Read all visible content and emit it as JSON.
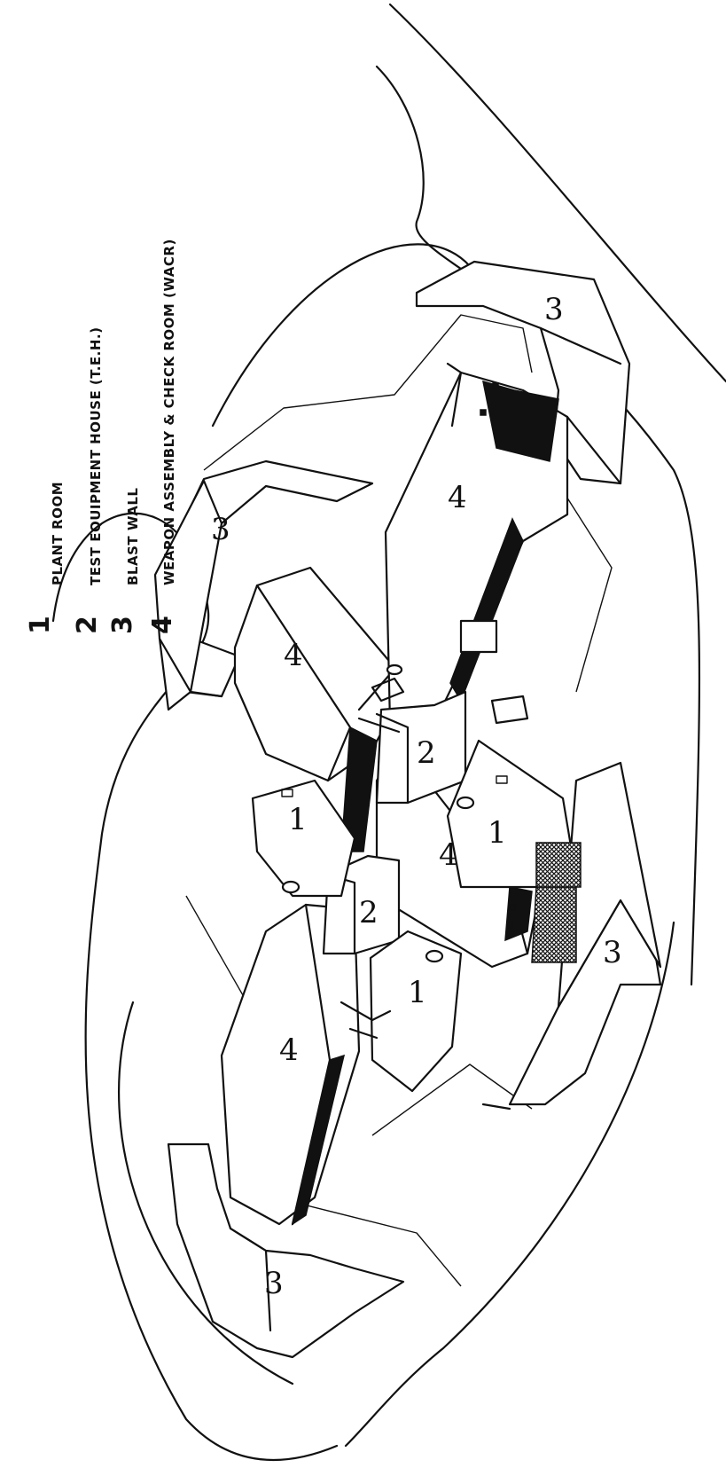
{
  "legend": {
    "items": [
      {
        "number": "1",
        "label": "PLANT ROOM"
      },
      {
        "number": "2",
        "label": "TEST EQUIPMENT HOUSE (T.E.H.)"
      },
      {
        "number": "3",
        "label": "BLAST WALL"
      },
      {
        "number": "4",
        "label": "WEAPON ASSEMBLY & CHECK ROOM (WACR)"
      }
    ]
  },
  "callouts": {
    "blast_wall": "3",
    "wacr": "4",
    "teh": "2",
    "plant_room": "1"
  },
  "colors": {
    "line": "#111111",
    "background": "#ffffff"
  }
}
